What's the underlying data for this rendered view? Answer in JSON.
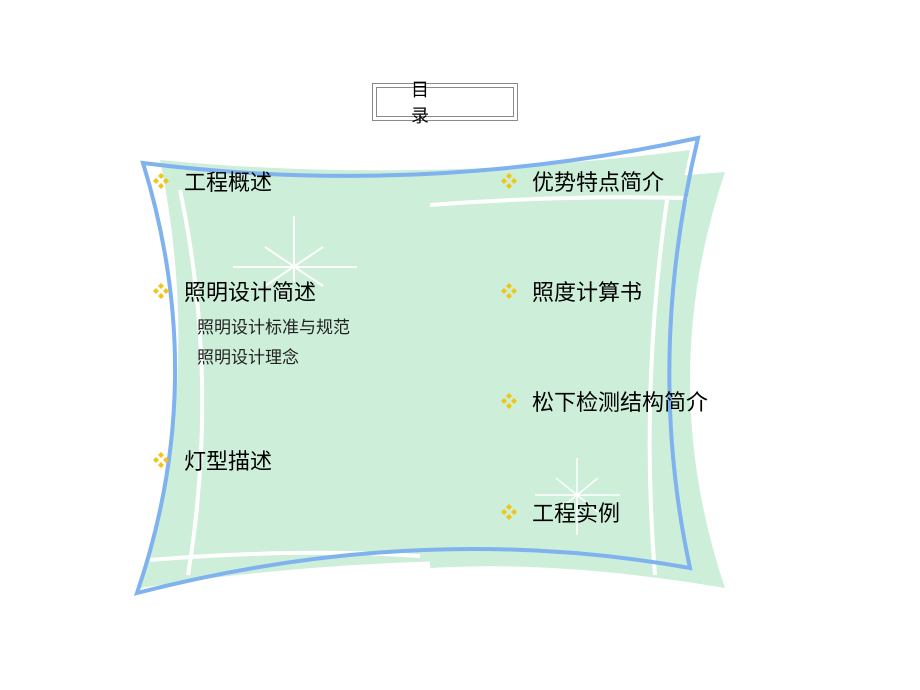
{
  "slide": {
    "title": "目录",
    "colors": {
      "frame_blue": "#7fb2ee",
      "panel_green": "#cdeed9",
      "bullet_yellow": "#f2c418",
      "text": "#000000"
    },
    "left_column": [
      {
        "label": "工程概述",
        "icon": "diamond-bullet-icon",
        "subitems": []
      },
      {
        "label": "照明设计简述",
        "icon": "diamond-bullet-icon",
        "subitems": [
          "照明设计标准与规范",
          "照明设计理念"
        ]
      },
      {
        "label": "灯型描述",
        "icon": "diamond-bullet-icon",
        "subitems": []
      }
    ],
    "right_column": [
      {
        "label": "优势特点简介",
        "icon": "diamond-bullet-icon"
      },
      {
        "label": "照度计算书",
        "icon": "diamond-bullet-icon"
      },
      {
        "label": "松下检测结构简介",
        "icon": "diamond-bullet-icon"
      },
      {
        "label": "工程实例",
        "icon": "diamond-bullet-icon"
      }
    ]
  }
}
